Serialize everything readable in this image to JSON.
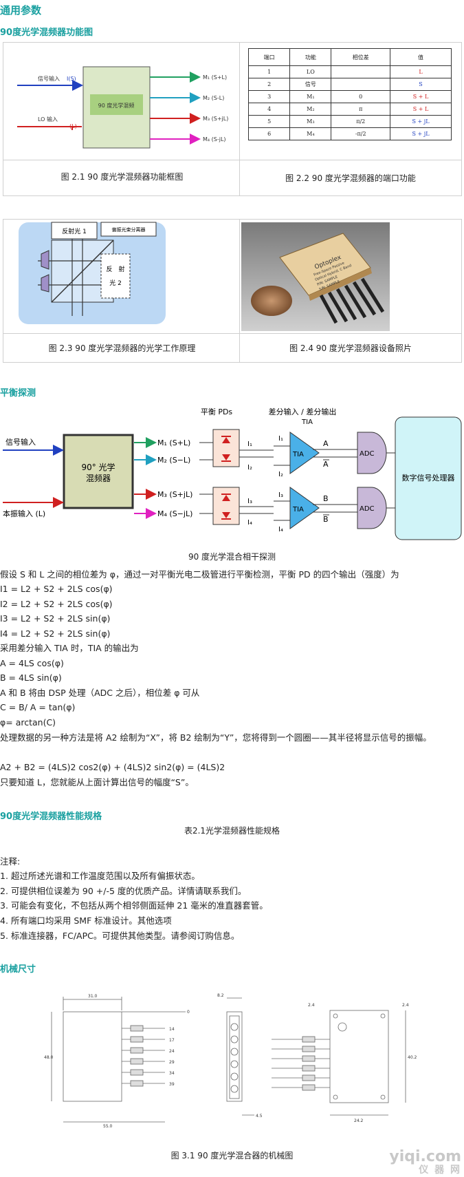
{
  "sections": {
    "general": "通用参数",
    "func_diagram": "90度光学混频器功能图",
    "balanced": "平衡探测",
    "spec": "90度光学混频器性能规格",
    "mech": "机械尺寸"
  },
  "fig21": {
    "caption": "图 2.1 90 度光学混频器功能框图",
    "signal_in": "信号输入",
    "signal_sym": "I(S)",
    "lo_in": "LO 输入",
    "lo_sym": "(L)",
    "block": "90 度光学混频",
    "outputs": [
      "M₁ (S+L)",
      "M₂ (S-L)",
      "M₃ (S+jL)",
      "M₄ (S-jL)"
    ]
  },
  "fig22": {
    "caption": "图 2.2 90 度光学混频器的端口功能",
    "headers": [
      "端口",
      "功能",
      "相位差",
      "值"
    ],
    "rows": [
      [
        "1",
        "LO",
        "",
        "L"
      ],
      [
        "2",
        "信号",
        "",
        "S"
      ],
      [
        "3",
        "M₁",
        "0",
        "S + L"
      ],
      [
        "4",
        "M₂",
        "π",
        "S + L"
      ],
      [
        "5",
        "M₃",
        "π/2",
        "S + jL"
      ],
      [
        "6",
        "M₄",
        "-π/2",
        "S + jL"
      ]
    ]
  },
  "fig23": {
    "caption": "图 2.3 90 度光学混频器的光学工作原理",
    "label1": "反射光 1",
    "label2": "偏振光束分离器",
    "label3a": "反　射",
    "label3b": "光 2"
  },
  "fig24": {
    "caption": "图 2.4 90 度光学混频器设备照片",
    "brand": "Optoplex",
    "line1": "Free-Space Passive",
    "line2": "Optical Hybrid, C Band",
    "line3": "P/N: SAMPLE",
    "line4": "S/N: SAMPLE"
  },
  "balanced": {
    "caption": "90 度光学混合相干探测",
    "signal_in": "信号输入",
    "lo_in": "本振输入 (L)",
    "mixer": [
      "90° 光学",
      "混频器"
    ],
    "outputs": [
      "M₁ (S+L)",
      "M₂ (S−L)",
      "M₃ (S+jL)",
      "M₄ (S−jL)"
    ],
    "pd_title": "平衡 PDs",
    "diff_title": "差分输入 / 差分输出",
    "tia_title": "TIA",
    "currents": [
      "I₁",
      "I₂",
      "I₃",
      "I₄"
    ],
    "tia": "TIA",
    "out_a": "A",
    "out_abar": "A",
    "out_b": "B",
    "out_bbar": "B",
    "adc": "ADC",
    "dsp": "数字信号处理器"
  },
  "body_lines": [
    "假设 S 和 L 之间的相位差为 φ，通过一对平衡光电二极管进行平衡检测，平衡 PD 的四个输出（强度）为",
    "I1 = L2 + S2 + 2LS cos(φ)",
    "I2 = L2 + S2 + 2LS cos(φ)",
    "I3 = L2 + S2 + 2LS sin(φ)",
    "I4 = L2 + S2 + 2LS sin(φ)",
    "采用差分输入 TIA 时，TIA 的输出为",
    "A = 4LS cos(φ)",
    "B = 4LS sin(φ)",
    "A 和 B 将由 DSP 处理（ADC 之后），相位差 φ 可从",
    "C = B/ A = tan(φ)",
    "φ= arctan(C)"
  ],
  "body_para": "处理数据的另一种方法是将 A2 绘制为“X”，将 B2 绘制为“Y”，您将得到一个圆圈——其半径将显示信号的振幅。",
  "body_lines2": [
    "A2 + B2 = (4LS)2  cos2(φ) + (4LS)2 sin2(φ)  = (4LS)2",
    "只要知道 L，您就能从上面计算出信号的幅度“S”。"
  ],
  "spec_table_title": "表2.1光学混频器性能规格",
  "notes_title": "注释:",
  "notes": [
    "1. 超过所述光谱和工作温度范围以及所有偏振状态。",
    "2. 可提供相位误差为 90 +/-5 度的优质产品。详情请联系我们。",
    "3. 可能会有变化，不包括从两个相邻侧面延伸 21 毫米的准直器套管。",
    "4. 所有端口均采用 SMF 标准设计。其他选项",
    "5. 标准连接器，FC/APC。可提供其他类型。请参阅订购信息。"
  ],
  "mech": {
    "caption": "图 3.1 90 度光学混合器的机械图",
    "dims": [
      "31.0",
      "48.0",
      "55.0",
      "8.2",
      "4.5",
      "2.4",
      "2.4",
      "40.2",
      "24.2",
      "0"
    ],
    "pins": [
      "14",
      "17",
      "24",
      "29",
      "34",
      "39"
    ]
  },
  "watermark": {
    "line1": "yiqi.com",
    "line2": "仪 器 网"
  }
}
